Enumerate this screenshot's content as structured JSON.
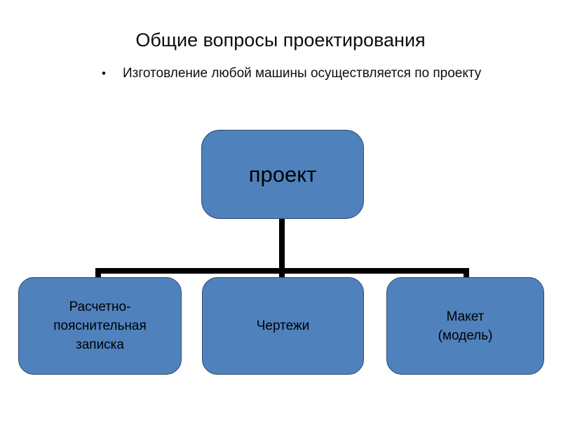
{
  "slide": {
    "title": "Общие вопросы проектирования",
    "bullets": [
      {
        "marker": "•",
        "text": "Изготовление любой машины осуществляется по проекту"
      }
    ]
  },
  "diagram": {
    "type": "tree",
    "node_fill_color": "#4F81BD",
    "node_border_color": "#2F4A6D",
    "connector_color": "#000000",
    "text_color": "#000000",
    "root": {
      "label": "проект"
    },
    "children": [
      {
        "label": "Расчетно-\nпояснительная\nзаписка"
      },
      {
        "label": "Чертежи"
      },
      {
        "label": "Макет\n(модель)"
      }
    ]
  }
}
